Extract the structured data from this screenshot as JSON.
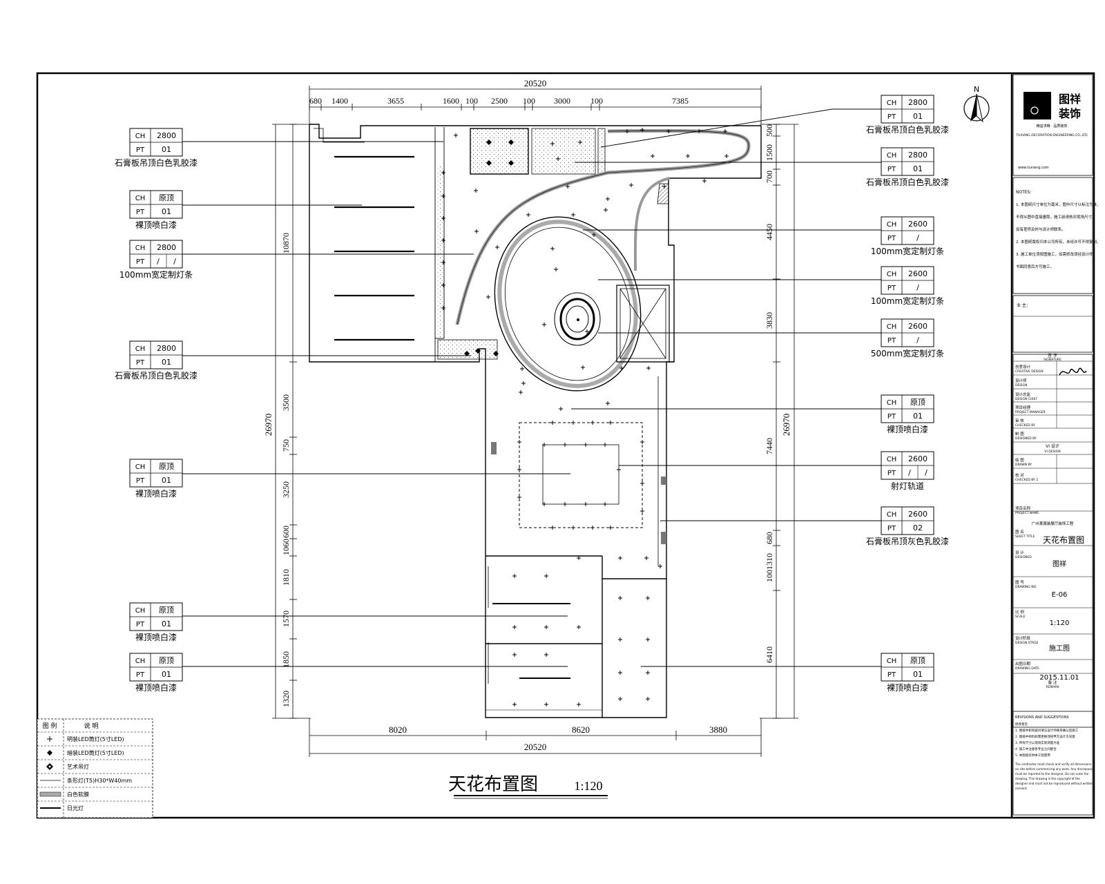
{
  "drawing": {
    "title": "天花布置图",
    "scale": "1:120",
    "north": "N"
  },
  "dims": {
    "top_total": "20520",
    "top_segments": [
      "680",
      "1400",
      "3655",
      "1600",
      "100",
      "2500",
      "100",
      "3000",
      "100",
      "7385"
    ],
    "bottom_total": "20520",
    "bottom_segments": [
      "8020",
      "8620",
      "3880"
    ],
    "left_total": "26970",
    "left_segments": [
      "10870",
      "3500",
      "750",
      "3250",
      "600",
      "1060",
      "1810",
      "1570",
      "1850",
      "1320"
    ],
    "right_total": "26970",
    "right_segments": [
      "500",
      "1500",
      "700",
      "4450",
      "3830",
      "7440",
      "680",
      "1001310",
      "6410"
    ]
  },
  "tags_left": [
    {
      "ch": "2800",
      "pt": "01",
      "caption": "石膏板吊顶白色乳胶漆"
    },
    {
      "ch": "原顶",
      "pt": "01",
      "caption": "裸顶喷白漆"
    },
    {
      "ch": "2800",
      "pt": "/",
      "pt2": "/",
      "caption": "100mm宽定制灯条"
    },
    {
      "ch": "2800",
      "pt": "01",
      "caption": "石膏板吊顶白色乳胶漆"
    },
    {
      "ch": "原顶",
      "pt": "01",
      "caption": "裸顶喷白漆"
    },
    {
      "ch": "原顶",
      "pt": "01",
      "caption": "裸顶喷白漆"
    },
    {
      "ch": "原顶",
      "pt": "01",
      "caption": "裸顶喷白漆"
    }
  ],
  "tags_right": [
    {
      "ch": "2800",
      "pt": "01",
      "caption": "石膏板吊顶白色乳胶漆"
    },
    {
      "ch": "2800",
      "pt": "01",
      "caption": "石膏板吊顶白色乳胶漆"
    },
    {
      "ch": "2600",
      "pt": "/",
      "caption": "100mm宽定制灯条"
    },
    {
      "ch": "2600",
      "pt": "/",
      "caption": "100mm宽定制灯条"
    },
    {
      "ch": "2600",
      "pt": "/",
      "caption": "500mm宽定制灯条"
    },
    {
      "ch": "原顶",
      "pt": "01",
      "caption": "裸顶喷白漆"
    },
    {
      "ch": "2600",
      "pt": "/",
      "pt2": "/",
      "caption": "射灯轨道"
    },
    {
      "ch": "2600",
      "pt": "02",
      "caption": "石膏板吊顶灰色乳胶漆"
    },
    {
      "ch": "原顶",
      "pt": "01",
      "caption": "裸顶喷白漆"
    }
  ],
  "tag_labels": {
    "ch": "CH",
    "pt": "PT"
  },
  "legend": {
    "header_symbol": "图 例",
    "header_desc": "说 明",
    "rows": [
      {
        "desc": "明装LED筒灯(5寸LED)"
      },
      {
        "desc": "暗装LED筒灯(5寸LED)"
      },
      {
        "desc": "艺术吊灯"
      },
      {
        "desc": "条形灯(T5)H30*W40mm"
      },
      {
        "desc": "白色软膜"
      },
      {
        "desc": "日光灯"
      }
    ]
  },
  "title_block": {
    "company_line1": "图祥",
    "company_line2": "装饰",
    "company_sub": "精益求精 · 品质装饰",
    "company_addr": "TUXIANG DECORATION ENGINEERING CO.,LTD",
    "company_web": "www.tuxiang.com",
    "notes_label": "NOTES:",
    "notes": [
      "1. 本图纸尺寸单位为毫米，图中尺寸以标注为准，",
      "不得从图中直接量取，施工前请核对现场尺寸，",
      "如有差异及时与设计师联系。",
      "2. 本图纸版权归本公司所有，未经许可不得复制。",
      "3. 施工单位须按图施工，如需修改须经设计师",
      "书面同意后方可施工。"
    ],
    "owner_label": "业 主：",
    "sign_label": "签 字",
    "sign_en": "SIGNATURE",
    "creative_cn": "创意设计",
    "creative_en": "CREATIVE DESIGN",
    "design_cn": "设计师",
    "design_en": "DESIGN",
    "chief_cn": "设计总监",
    "chief_en": "DESIGN CHIEF",
    "pm_cn": "项目经理",
    "pm_en": "PROJECT MANAGER",
    "checked_cn": "审 核",
    "checked_en": "CHECKED BY",
    "designed_cn": "制 图",
    "designed_en": "DESIGNED BY",
    "vi_cn": "VI 设计",
    "vi_en": "VI DESIGN",
    "drawn_cn": "绘 图",
    "drawn_en": "DRAWN BY",
    "checked2_cn": "校 对",
    "checked2_en": "CHECKED BY 2",
    "project_cn": "项目名称",
    "project_en": "PROJECT NAME",
    "project_value": "广州某服装展厅装饰工程",
    "sheet_cn": "图 名",
    "sheet_en": "SHEET TITLE",
    "sheet_value": "天花布置图",
    "designer_cn": "设 计",
    "designer_en": "DESIGNED",
    "designer_value": "图祥",
    "dwgno_cn": "图 号",
    "dwgno_en": "DRAWING NO.",
    "dwgno_value": "E-06",
    "scale_cn": "比 例",
    "scale_en": "SCALE",
    "scale_value": "1:120",
    "stage_cn": "设计阶段",
    "stage_en": "DESIGN STAGE",
    "stage_value": "施工图",
    "date_cn": "出图日期",
    "date_en": "DRAWING DATE",
    "date_value": "2015.11.01",
    "remark_cn": "备 注",
    "remark_en": "REMARK",
    "revision_label": "REVISIONS AND SUGGESTIONS",
    "revision_lines": [
      "修改意见",
      "1. 图纸中如有疑问请与设计师联系确认后施工",
      "2. 图纸中材料如需更换须经甲方设计方同意",
      "3. 所有尺寸以现场实际测量为准",
      "4. 施工中注意各专业之间配合",
      "5. 本图纸仅供本工程使用"
    ],
    "revision_en": "The contractor must check and verify all dimensions on site before commencing any work. Any discrepancy must be reported to the designer. Do not scale the drawing. This drawing is the copyright of the designer and must not be reproduced without written consent."
  }
}
